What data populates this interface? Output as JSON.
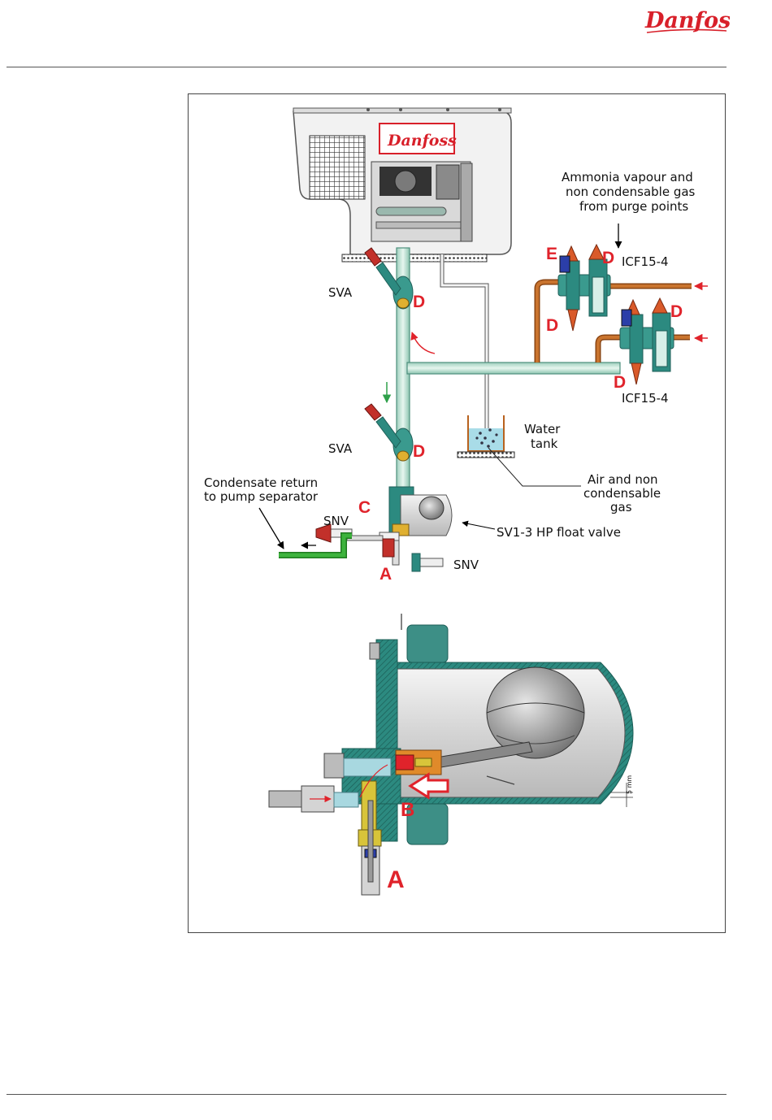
{
  "brand": {
    "name": "Danfoss",
    "color": "#d8202a"
  },
  "top_view": {
    "labels": {
      "ammonia": [
        "Ammonia vapour and",
        "non condensable gas",
        "from purge points"
      ],
      "icf_top": "ICF15-4",
      "icf_bottom": "ICF15-4",
      "sva_top": "SVA",
      "sva_bottom": "SVA",
      "water_tank": [
        "Water",
        "tank"
      ],
      "air_gas": [
        "Air and non",
        "condensable",
        "gas"
      ],
      "condensate": [
        "Condensate return",
        "to pump separator"
      ],
      "snv_left": "SNV",
      "snv_right": "SNV",
      "float_valve": "SV1-3 HP float valve"
    },
    "markers": {
      "e": "E",
      "d1": "D",
      "d2": "D",
      "d3": "D",
      "d4": "D",
      "d5": "D",
      "d6": "D",
      "c": "C",
      "a": "A"
    }
  },
  "section_view": {
    "markers": {
      "b": "B",
      "a": "A"
    },
    "dimension": "5 mm"
  },
  "colors": {
    "marker_red": "#e0232b",
    "pipe_green": "#c9e8dc",
    "valve_teal": "#2c8a80",
    "copper": "#b8621e",
    "return_green": "#3db33d",
    "water": "#a9dce8"
  }
}
